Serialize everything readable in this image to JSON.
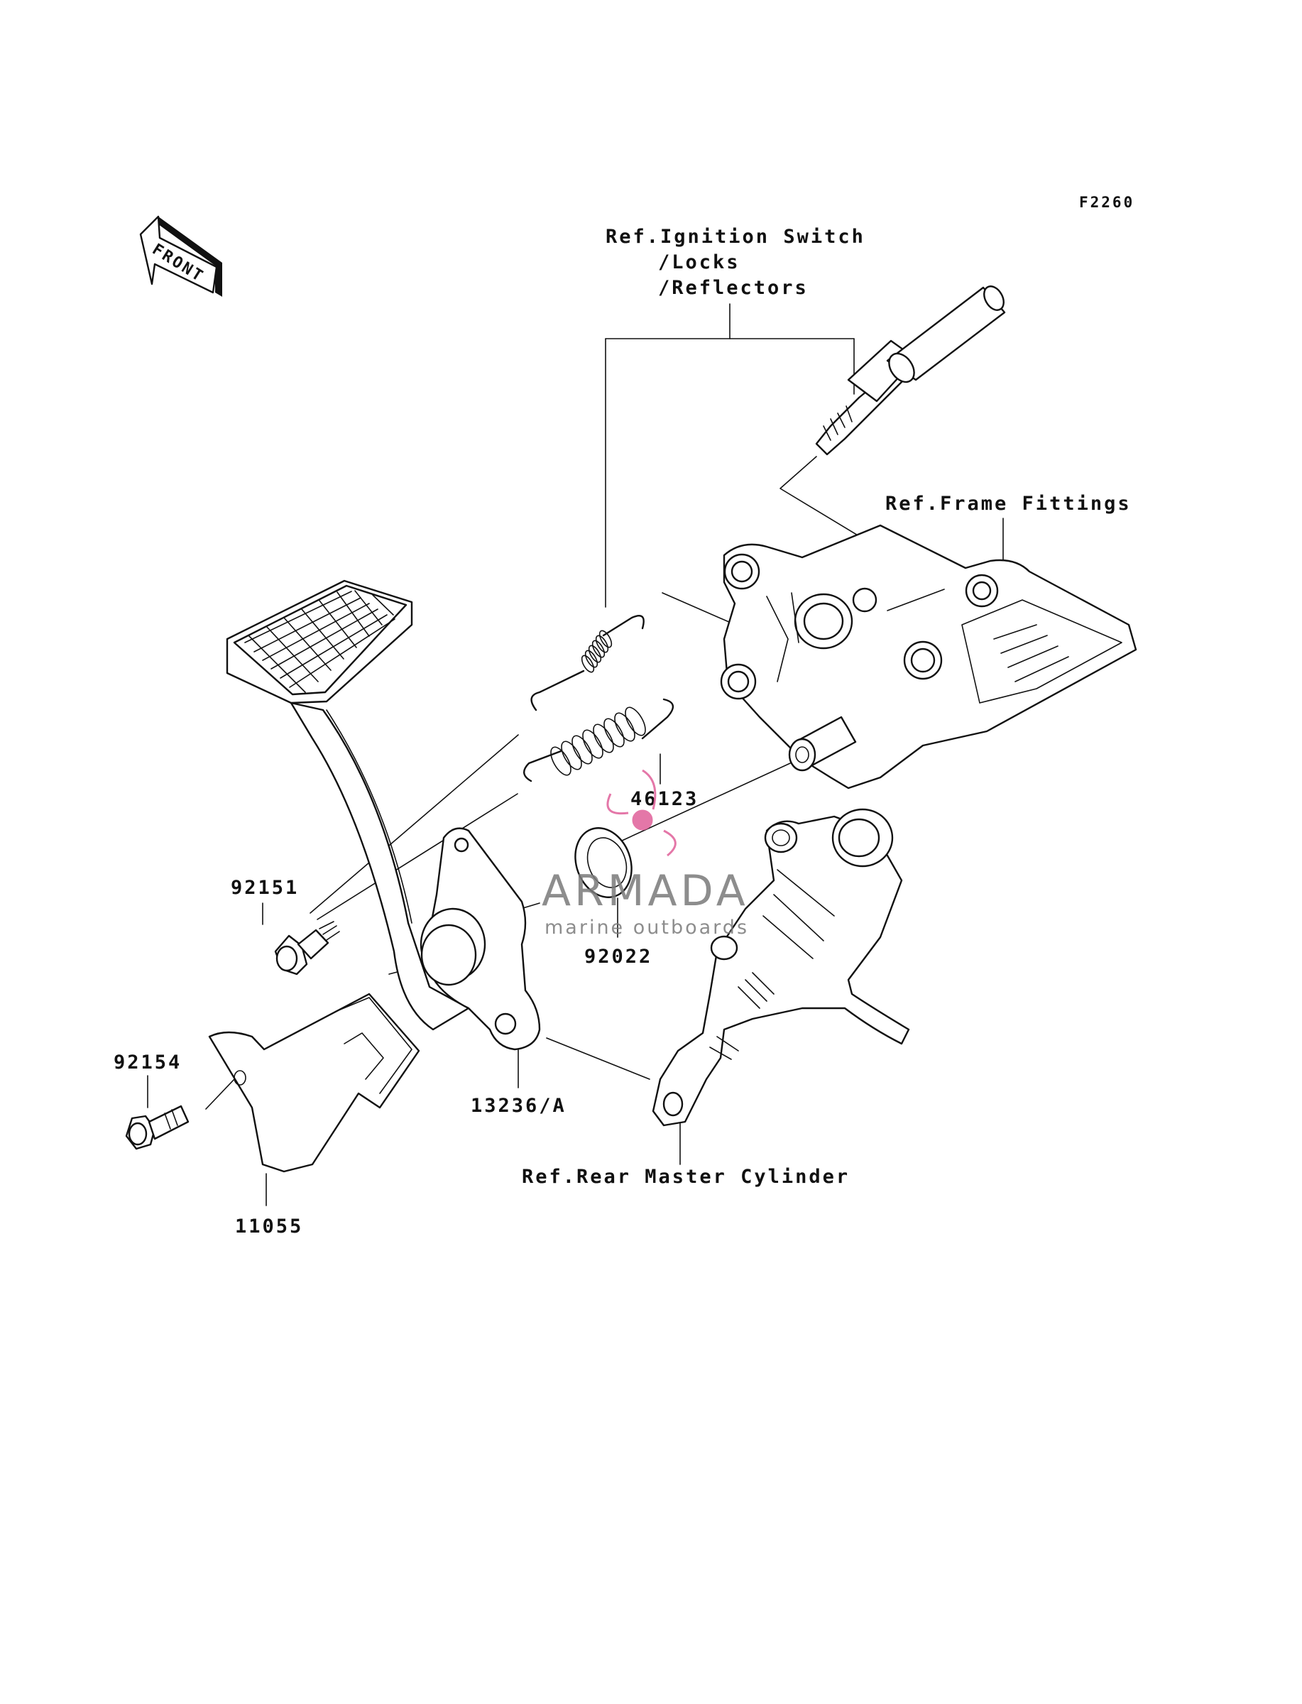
{
  "diagram": {
    "code": "F2260",
    "front_label": "FRONT",
    "labels": {
      "ref_ignition_1": "Ref.Ignition Switch",
      "ref_ignition_2": "/Locks",
      "ref_ignition_3": "/Reflectors",
      "ref_frame": "Ref.Frame Fittings",
      "ref_master": "Ref.Rear Master Cylinder"
    },
    "parts": {
      "p46123": "46123",
      "p92151": "92151",
      "p92022": "92022",
      "p92154": "92154",
      "p13236": "13236/A",
      "p11055": "11055"
    }
  },
  "watermark": {
    "brand": "ARMADA",
    "tagline": "marine outboards",
    "accent": "#e0609a"
  },
  "colors": {
    "line": "#111111",
    "background": "#ffffff"
  }
}
